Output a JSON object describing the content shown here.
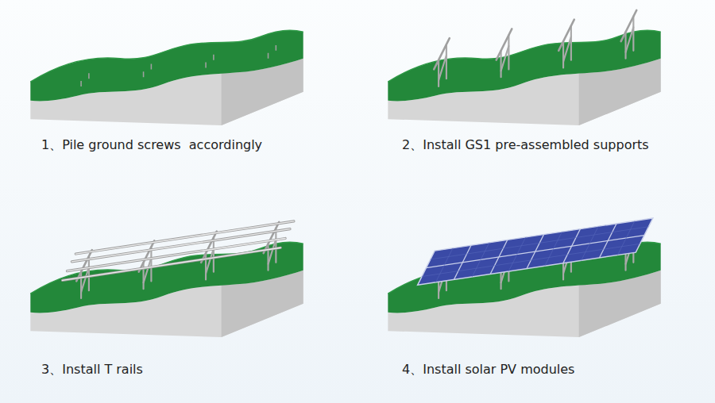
{
  "diagram": {
    "labels": [
      "1、Pile ground screws  accordingly",
      "2、Install GS1 pre-assembled supports",
      "3、Install T rails",
      "4、Install solar PV modules"
    ]
  }
}
